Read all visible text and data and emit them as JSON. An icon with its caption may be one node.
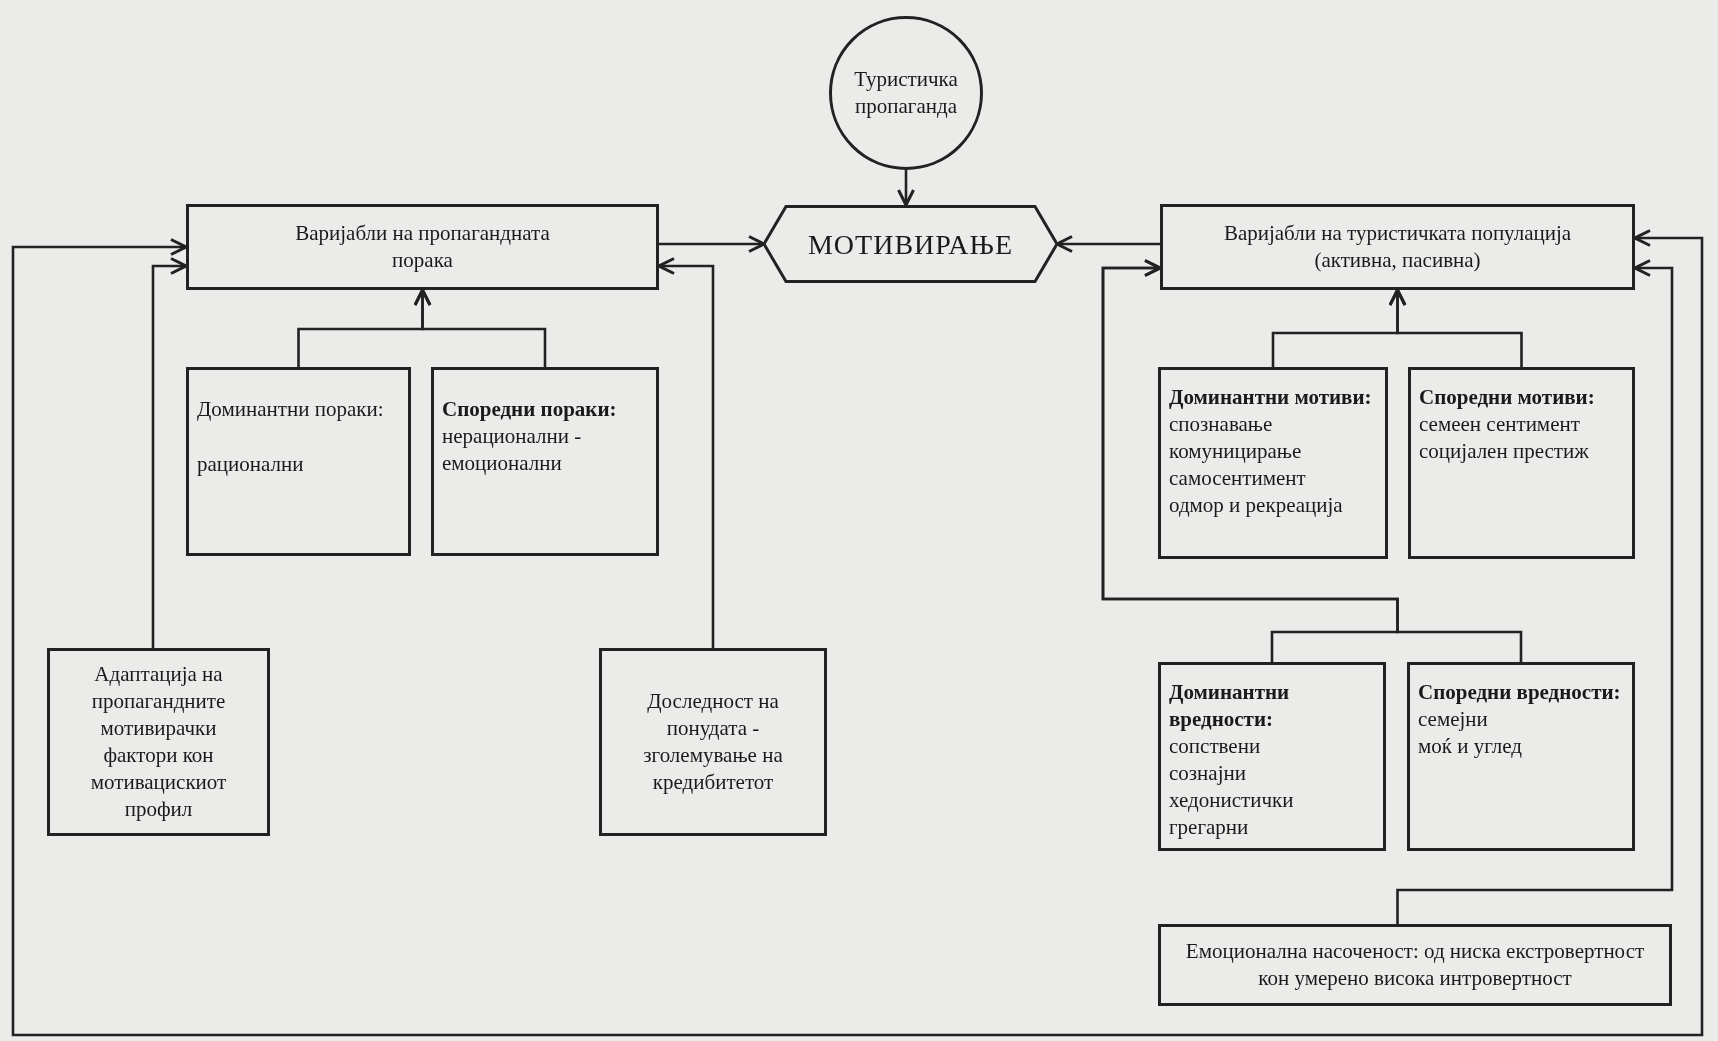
{
  "diagram": {
    "nodes": [
      {
        "text": [
          "Туристичка пропаганда"
        ]
      },
      {
        "text": [
          "МОТИВИРАЊЕ"
        ]
      },
      {
        "text": [
          "Варијабли на пропагандната порака"
        ]
      },
      {
        "text": [
          "Доминантни пораки:",
          "рационални"
        ]
      },
      {
        "text": [
          "Споредни пораки:",
          "нерационални - емоционални"
        ]
      },
      {
        "text": [
          "Адаптација на пропагандните мотивирачки фактори кон мотивацискиот профил"
        ]
      },
      {
        "text": [
          "Доследност на понудата - зголемување на кредибитетот"
        ]
      },
      {
        "text": [
          "Варијабли на туристичката популација (активна, пасивна)"
        ]
      },
      {
        "text": [
          "Доминантни мотиви:",
          "спознавање",
          "комуницирање",
          "самосентимент",
          "одмор и рекреација"
        ]
      },
      {
        "text": [
          "Споредни мотиви:",
          "семеен сентимент",
          "социјален престиж"
        ]
      },
      {
        "text": [
          "Доминантни вредности:",
          "сопствени",
          "сознајни",
          "хедонистички",
          "грегарни"
        ]
      },
      {
        "text": [
          "Споредни вредности:",
          "семејни",
          "моќ и углед"
        ]
      },
      {
        "text": [
          "Емоционална насоченост: од ниска екстровертност кон умерено висока интровертност"
        ]
      }
    ],
    "edges": [
      {
        "from": 0,
        "to": 1,
        "arrow": "to"
      },
      {
        "from": 2,
        "to": 1,
        "arrow": "to"
      },
      {
        "from": 7,
        "to": 1,
        "arrow": "to"
      },
      {
        "from": 3,
        "to": 2,
        "arrow": "to"
      },
      {
        "from": 4,
        "to": 2,
        "arrow": "to"
      },
      {
        "from": 5,
        "to": 2,
        "arrow": "to"
      },
      {
        "from": 6,
        "to": 2,
        "arrow": "to"
      },
      {
        "from": 8,
        "to": 7,
        "arrow": "to"
      },
      {
        "from": 9,
        "to": 7,
        "arrow": "to"
      },
      {
        "from": 10,
        "to": 7,
        "arrow": "to"
      },
      {
        "from": 11,
        "to": 7,
        "arrow": "to"
      },
      {
        "from": 12,
        "to": 7,
        "arrow": "to"
      },
      {
        "from": 7,
        "to": 2,
        "arrow": "both"
      }
    ]
  }
}
